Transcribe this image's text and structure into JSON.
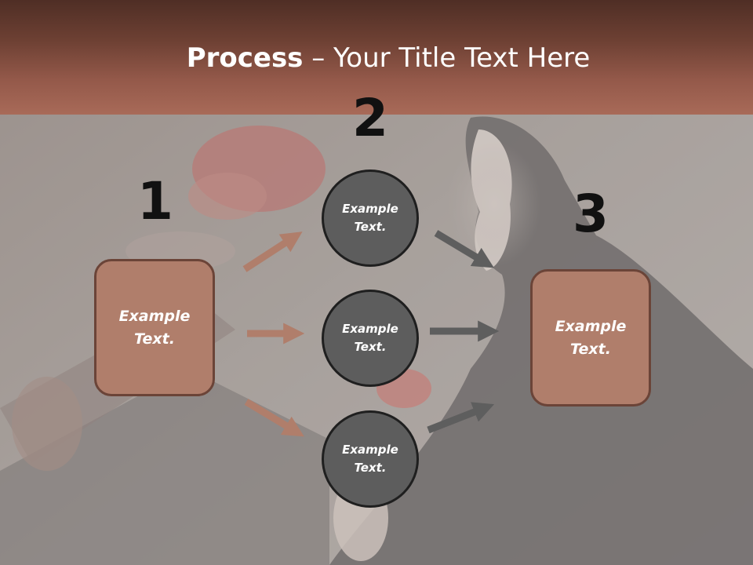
{
  "title": {
    "bold": "Process",
    "rest": " – Your Title Text Here"
  },
  "steps": {
    "one": "1",
    "two": "2",
    "three": "3"
  },
  "left_box": {
    "line1": "Example",
    "line2": "Text."
  },
  "right_box": {
    "line1": "Example",
    "line2": "Text."
  },
  "circles": [
    {
      "line1": "Example",
      "line2": "Text."
    },
    {
      "line1": "Example",
      "line2": "Text."
    },
    {
      "line1": "Example",
      "line2": "Text."
    }
  ],
  "colors": {
    "title_bar": "#8a4f40",
    "box_fill": "#b07e6b",
    "box_border": "#6b4438",
    "circle_fill": "#5d5d5d",
    "arrow_brown": "#b07e6b",
    "arrow_gray": "#5e5e5e"
  }
}
